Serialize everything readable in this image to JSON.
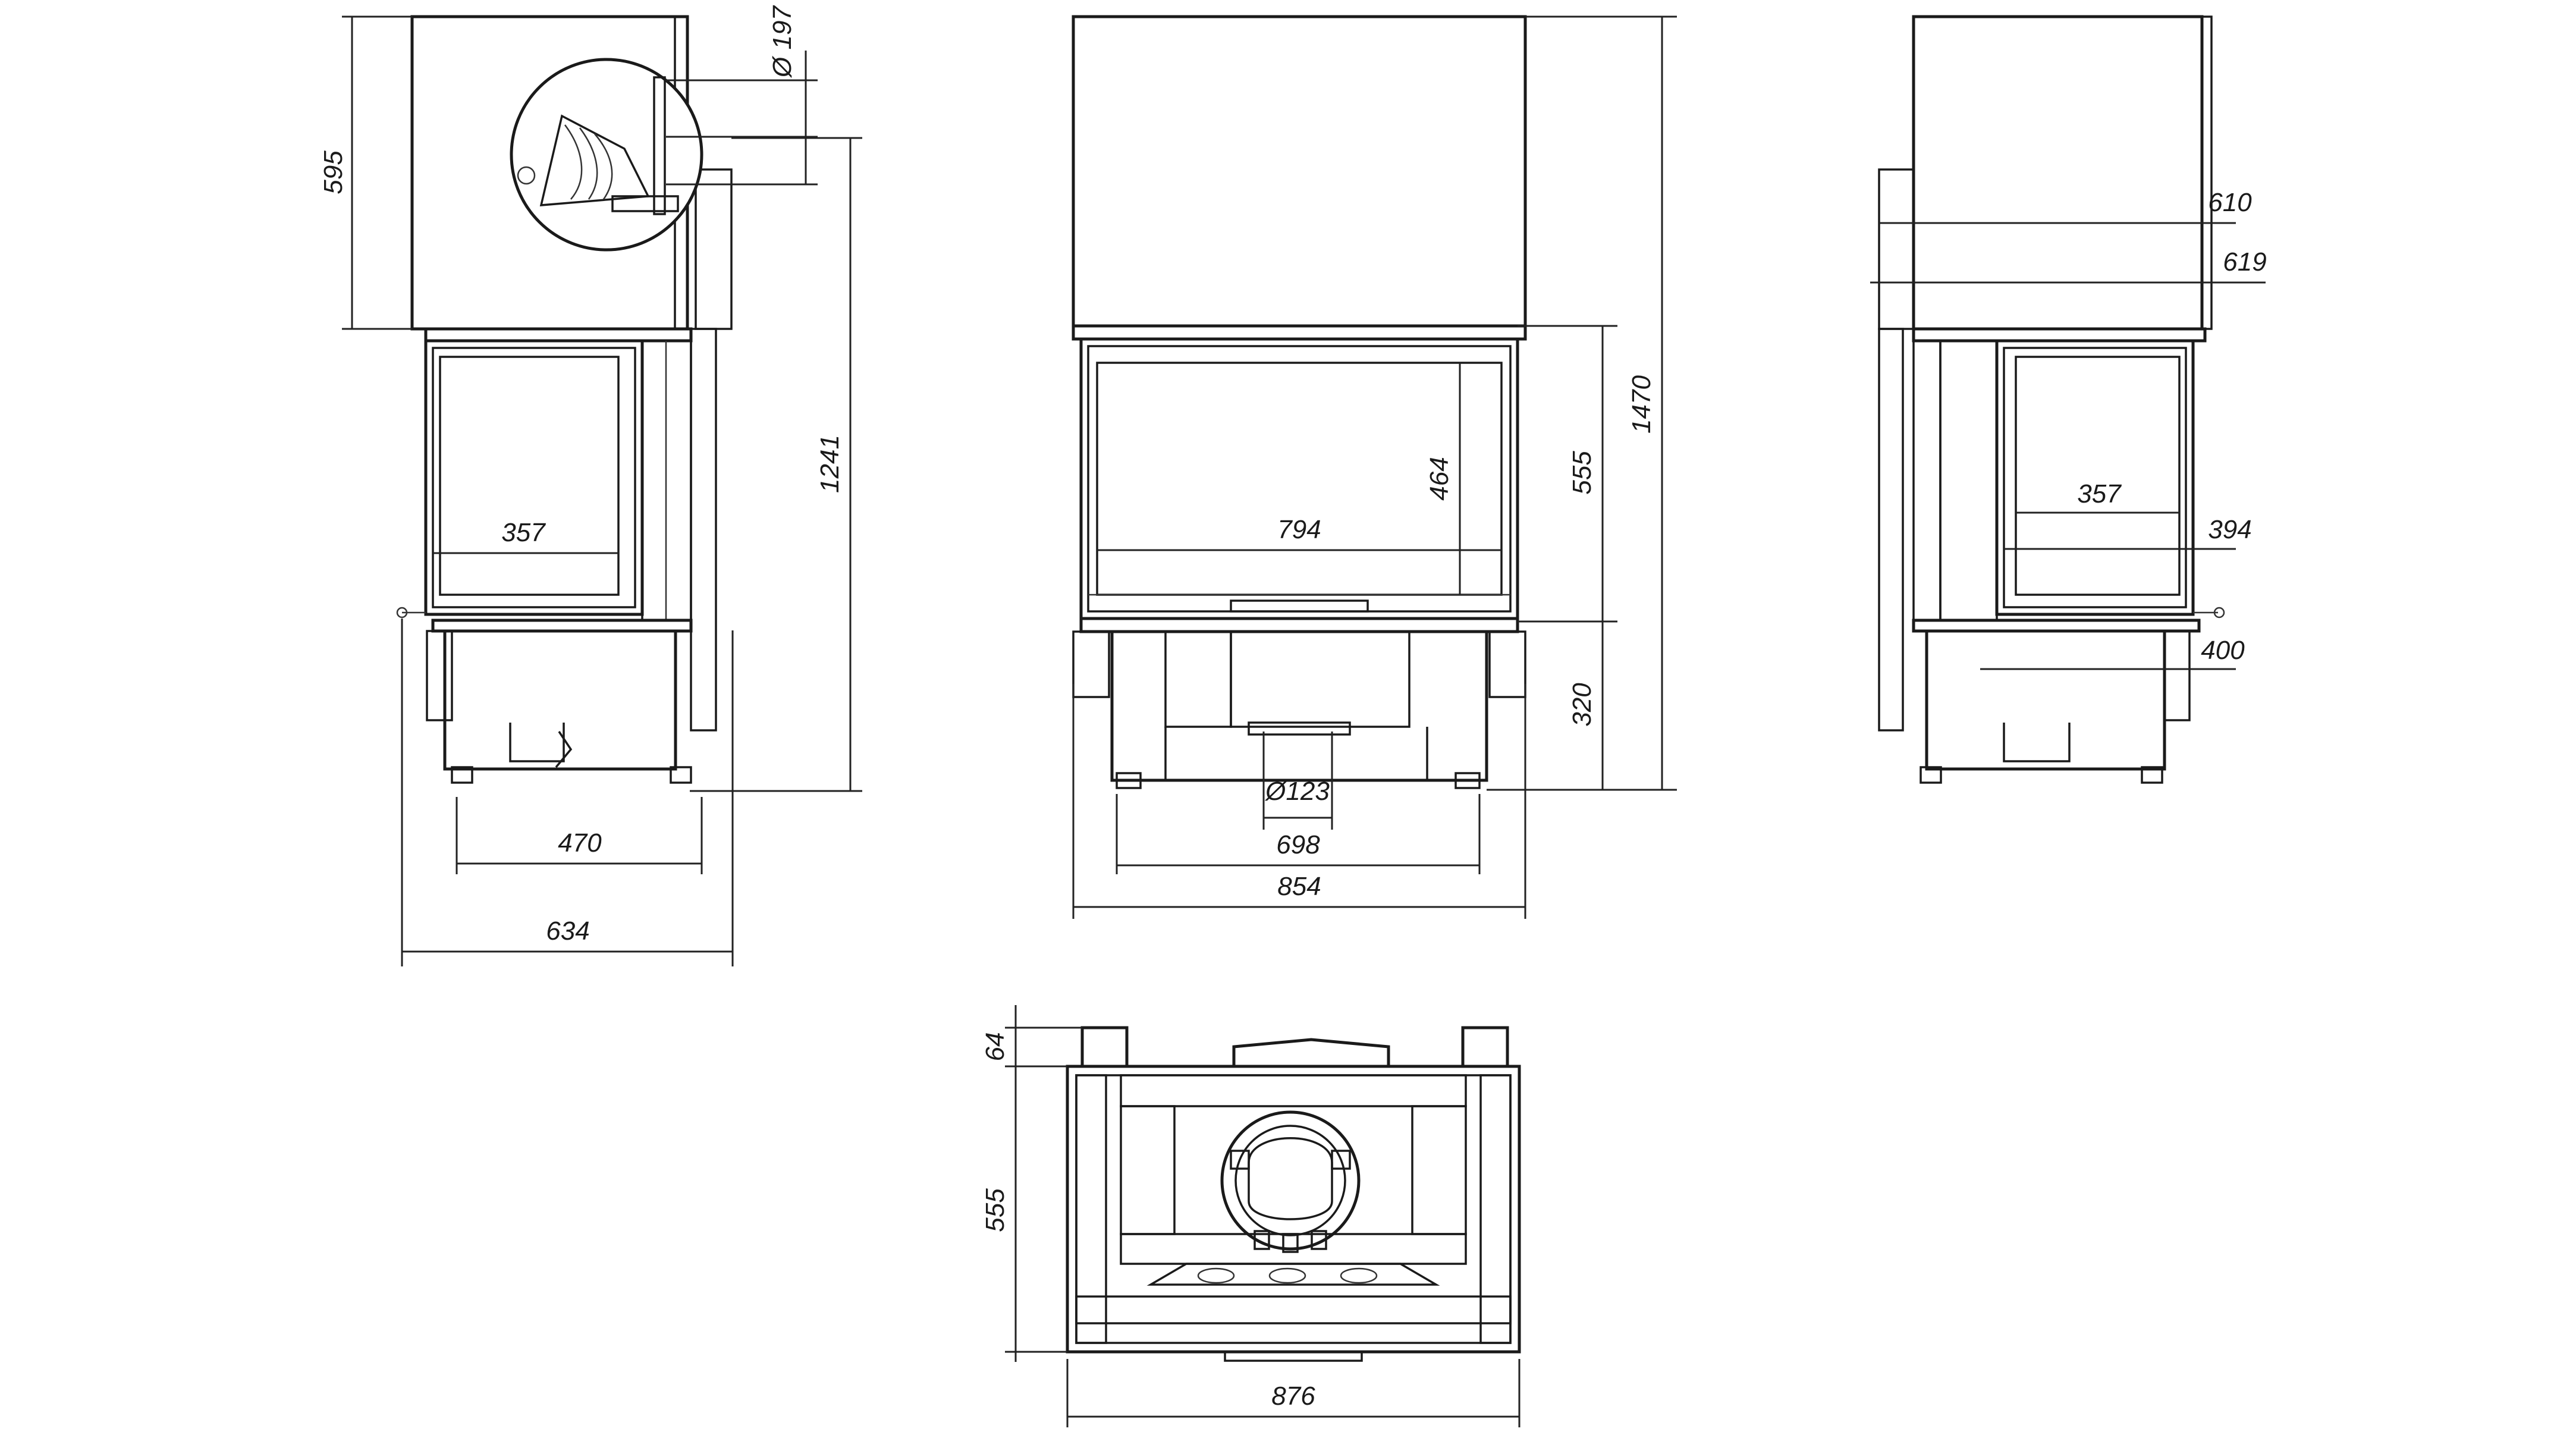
{
  "labels": {
    "left_height_top": "595",
    "left_flue_dia": "Ø 197",
    "left_height_total": "1241",
    "left_glass_width": "357",
    "left_leg_spacing": "470",
    "left_total_width": "634",
    "front_glass_height": "464",
    "front_glass_width": "794",
    "front_door_height": "555",
    "front_total_height": "1470",
    "front_base_height": "320",
    "front_air_inlet_dia": "Ø123",
    "front_leg_spacing": "698",
    "front_total_width": "854",
    "right_dim_610": "610",
    "right_dim_619": "619",
    "right_glass_width": "357",
    "right_dim_394": "394",
    "right_dim_400": "400",
    "top_depth_64": "64",
    "top_depth_555": "555",
    "top_width_876": "876"
  }
}
